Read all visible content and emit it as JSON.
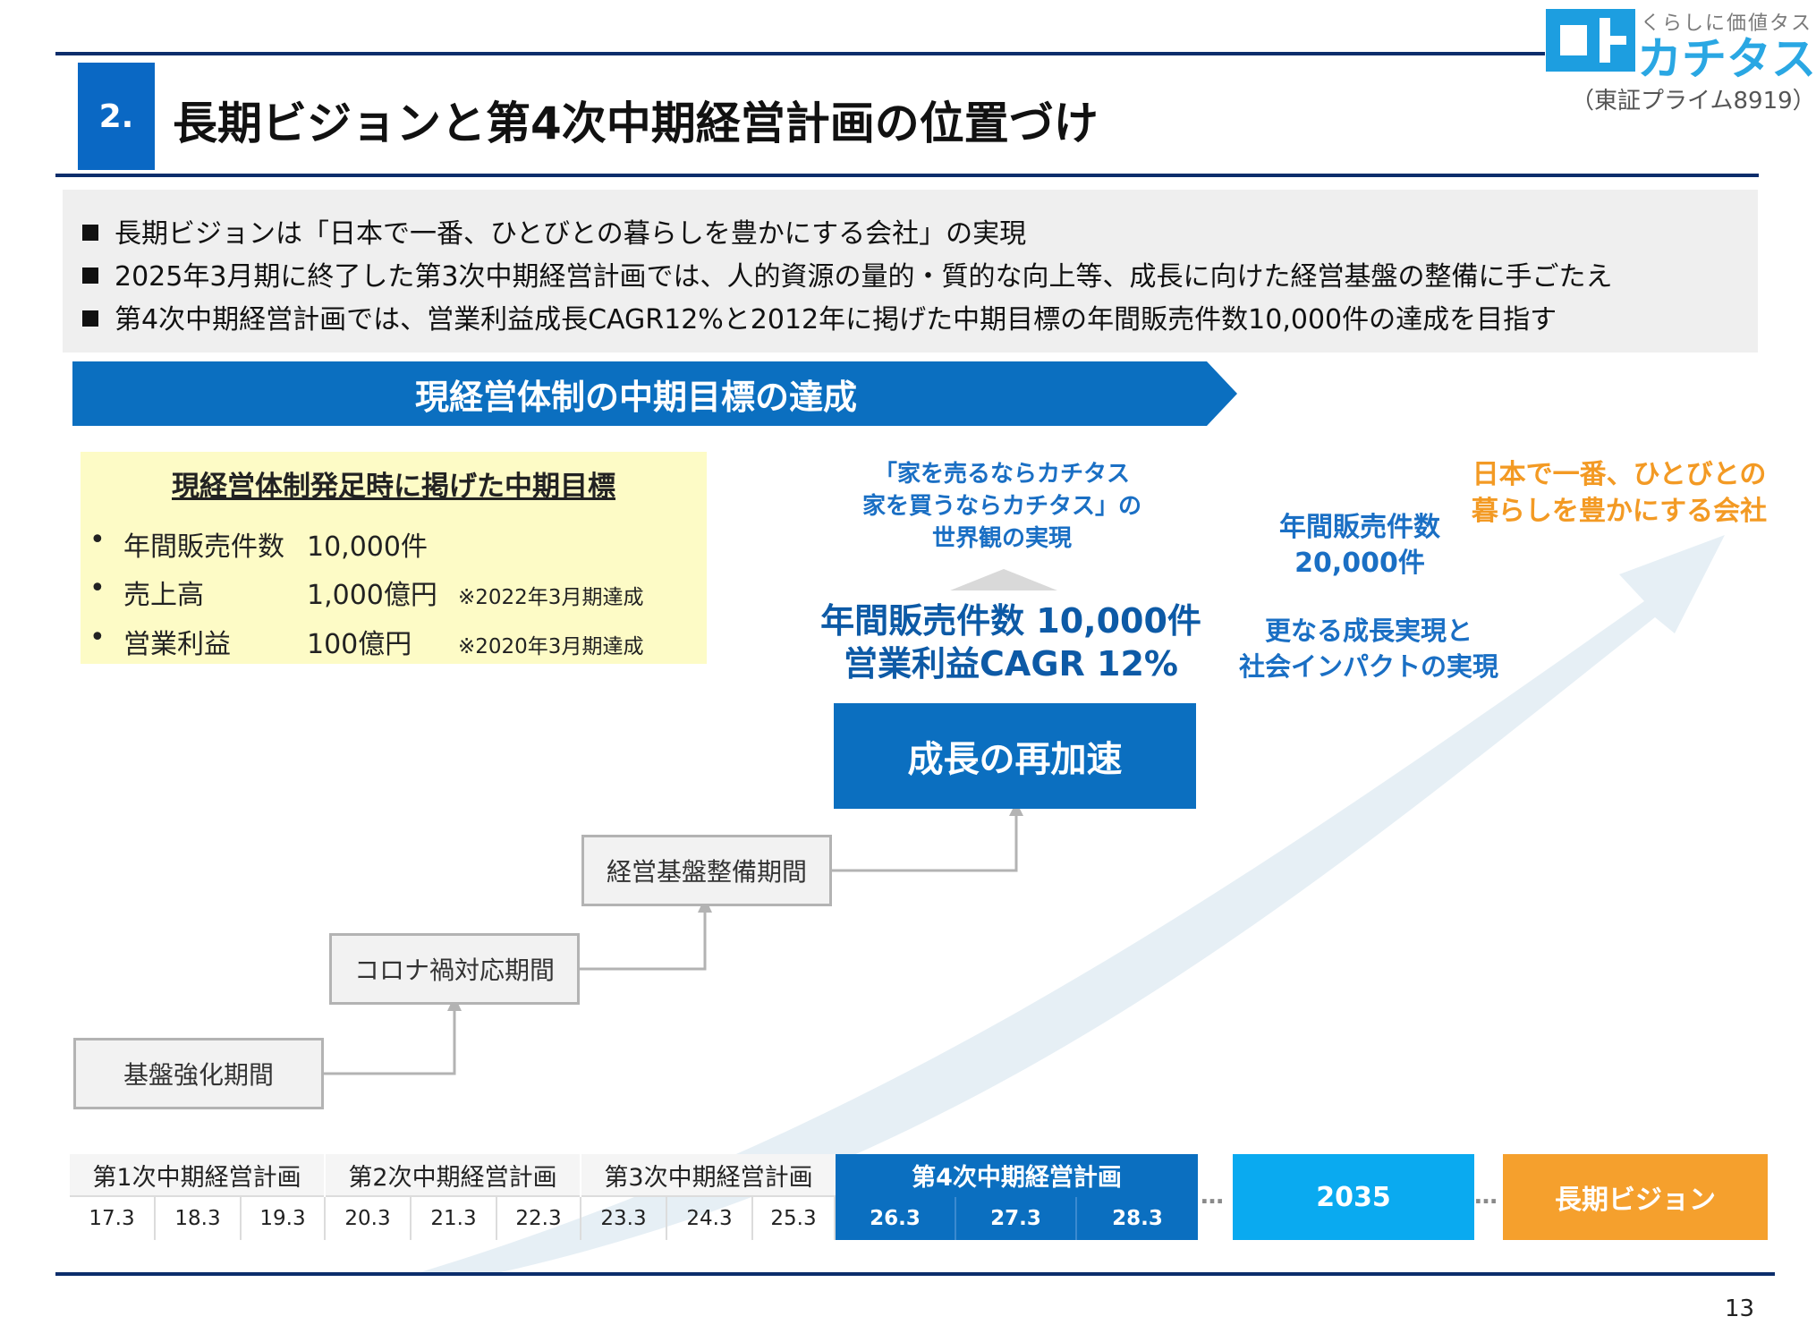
{
  "header": {
    "section_number": "2.",
    "title": "長期ビジョンと第4次中期経営計画の位置づけ"
  },
  "logo": {
    "tagline": "くらしに価値タス",
    "name": "カチタス",
    "stock_code": "（東証プライム8919）",
    "brand_color": "#1d9ee0"
  },
  "summary": [
    "長期ビジョンは「日本で一番、ひとびとの暮らしを豊かにする会社」の実現",
    "2025年3月期に終了した第3次中期経営計画では、人的資源の量的・質的な向上等、成長に向けた経営基盤の整備に手ごたえ",
    "第4次中期経営計画では、営業利益成長CAGR12%と2012年に掲げた中期目標の年間販売件数10,000件の達成を目指す"
  ],
  "banner": "現経営体制の中期目標の達成",
  "targets": {
    "title": "現経営体制発足時に掲げた中期目標",
    "bullet": "•",
    "items": [
      {
        "label": "年間販売件数",
        "value": "10,000件",
        "note": ""
      },
      {
        "label": "売上高",
        "value": "1,000億円",
        "note": "※2022年3月期達成"
      },
      {
        "label": "営業利益",
        "value": "100億円",
        "note": "※2020年3月期達成"
      }
    ]
  },
  "center": {
    "worldview_lines": [
      "「家を売るならカチタス",
      "家を買うならカチタス」の",
      "世界観の実現"
    ],
    "target_lines": [
      "年間販売件数 10,000件",
      "営業利益CAGR 12%"
    ],
    "annual_lines": [
      "年間販売件数",
      "20,000件"
    ],
    "further_lines": [
      "更なる成長実現と",
      "社会インパクトの実現"
    ],
    "vision_lines": [
      "日本で一番、ひとびとの",
      "暮らしを豊かにする会社"
    ]
  },
  "phases": {
    "kiban": "基盤強化期間",
    "corona": "コロナ禍対応期間",
    "keiei": "経営基盤整備期間",
    "growth": "成長の再加速"
  },
  "timeline": {
    "plans": [
      "第1次中期経営計画",
      "第2次中期経営計画",
      "第3次中期経営計画",
      "第4次中期経営計画"
    ],
    "years": [
      "17.3",
      "18.3",
      "19.3",
      "20.3",
      "21.3",
      "22.3",
      "23.3",
      "24.3",
      "25.3",
      "26.3",
      "27.3",
      "28.3"
    ],
    "ellipsis": "…",
    "year_2035": "2035",
    "long_term": "長期ビジョン"
  },
  "colors": {
    "navy": "#0b2d6b",
    "blue": "#0b6fc0",
    "sky": "#0aaaf0",
    "orange": "#f5a02d",
    "yellow_box": "#fdfbc6"
  },
  "page_number": "13"
}
